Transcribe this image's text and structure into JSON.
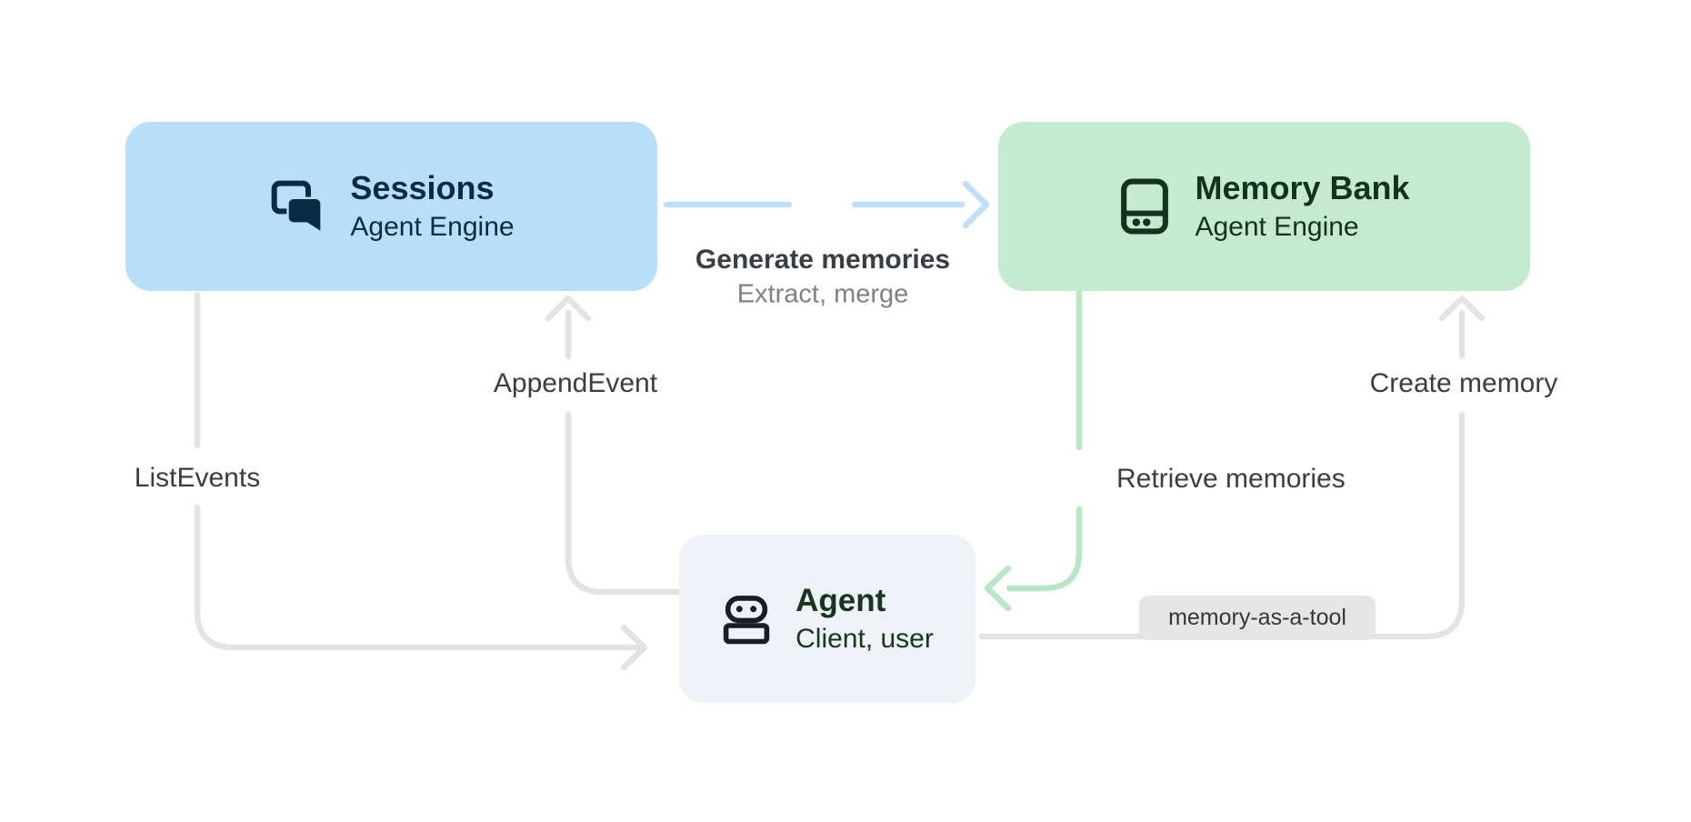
{
  "diagram": {
    "nodes": {
      "sessions": {
        "title": "Sessions",
        "subtitle": "Agent Engine",
        "icon": "chat-bubbles-icon"
      },
      "memory_bank": {
        "title": "Memory Bank",
        "subtitle": "Agent Engine",
        "icon": "memory-storage-icon"
      },
      "agent": {
        "title": "Agent",
        "subtitle": "Client, user",
        "icon": "robot-icon"
      }
    },
    "edges": {
      "generate_memories": {
        "label": "Generate memories",
        "sublabel": "Extract, merge",
        "from": "sessions",
        "to": "memory_bank",
        "icon": "sparkle-icon"
      },
      "append_event": {
        "label": "AppendEvent",
        "from": "agent",
        "to": "sessions"
      },
      "list_events": {
        "label": "ListEvents",
        "from": "sessions",
        "to": "agent"
      },
      "retrieve_memories": {
        "label": "Retrieve memories",
        "from": "memory_bank",
        "to": "agent",
        "icon": "sparkle-icon"
      },
      "create_memory": {
        "label": "Create memory",
        "from": "agent",
        "to": "memory_bank"
      },
      "memory_as_a_tool": {
        "label": "memory-as-a-tool",
        "from": "agent",
        "to": "memory_bank"
      }
    }
  },
  "colors": {
    "canvas_bg": "#ffffff",
    "sessions_bg": "#b9def8",
    "sessions_text": "#0b2b42",
    "memory_bg": "#c5e9d1",
    "memory_text": "#143220",
    "agent_bg": "#eef1f6",
    "agent_text": "#17351f",
    "agent_icon": "#191d21",
    "gray_line": "#e3e3e4",
    "blue_line": "#bfdff8",
    "blue_sparkle": "#c7e4fb",
    "green_line": "#b9e6c6",
    "green_sparkle": "#c0e8cb",
    "label_text": "#3a3d41",
    "sublabel_text": "#7e8185",
    "badge_bg": "#e5e5e6",
    "badge_text": "#34373a"
  }
}
